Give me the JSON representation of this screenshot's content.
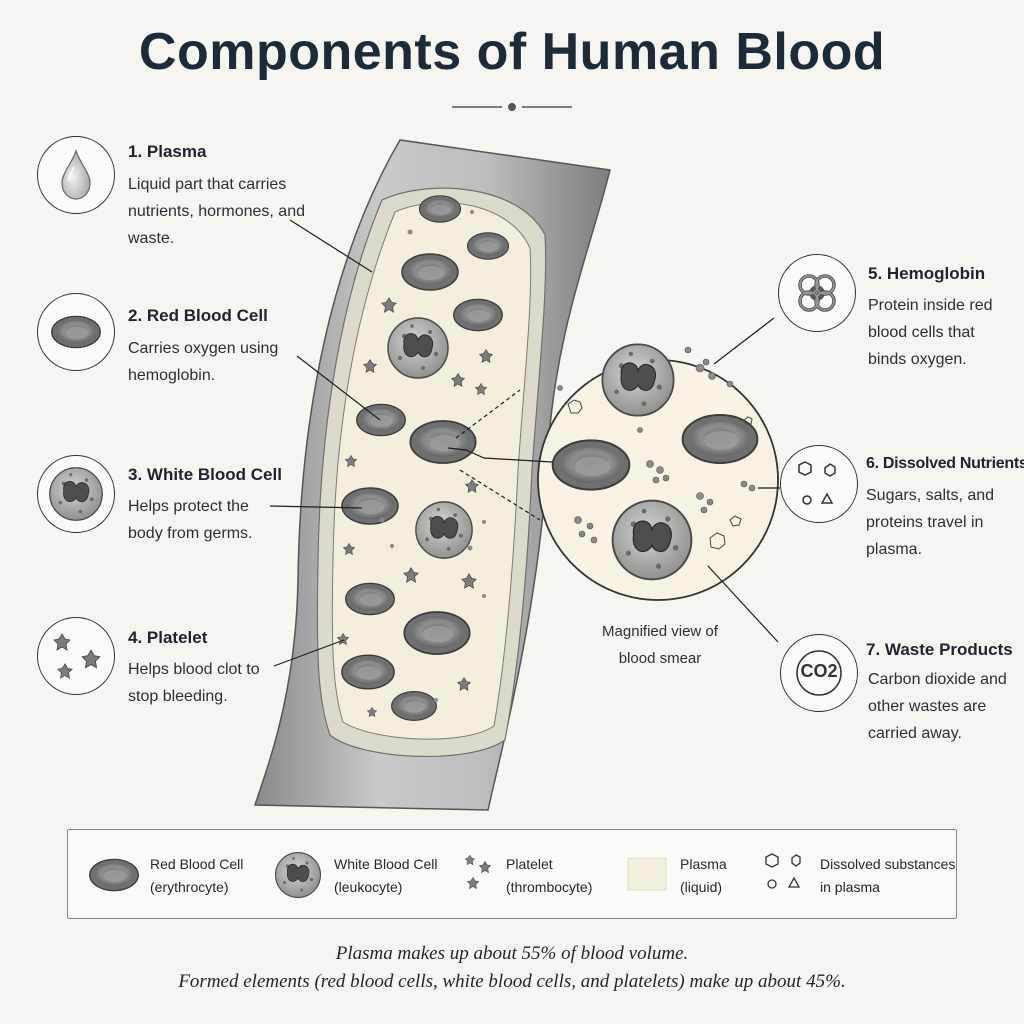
{
  "title": "Components of Human Blood",
  "components": [
    {
      "title": "1. Plasma",
      "desc": "Liquid part that carries nutrients, hormones, and waste.",
      "icon": "plasma-drop-icon"
    },
    {
      "title": "2. Red Blood Cell",
      "desc": "Carries oxygen using hemoglobin.",
      "icon": "red-blood-cell-icon"
    },
    {
      "title": "3. White Blood Cell",
      "desc": "Helps protect the body from germs.",
      "icon": "white-blood-cell-icon"
    },
    {
      "title": "4. Platelet",
      "desc": "Helps blood clot to stop bleeding.",
      "icon": "platelet-icon"
    },
    {
      "title": "5. Hemoglobin",
      "desc": "Protein inside red blood cells that binds oxygen.",
      "icon": "hemoglobin-icon"
    },
    {
      "title": "6. Dissolved Nutrients",
      "desc": "Sugars, salts, and proteins travel in plasma.",
      "icon": "dissolved-nutrients-icon"
    },
    {
      "title": "7. Waste Products",
      "desc": "Carbon dioxide and other wastes are carried away.",
      "icon": "co2-icon",
      "icon_text": "CO2"
    }
  ],
  "zoom_caption": "Magnified view of blood smear",
  "legend": [
    {
      "name": "Red Blood Cell",
      "sub": "(erythrocyte)"
    },
    {
      "name": "White Blood Cell",
      "sub": "(leukocyte)"
    },
    {
      "name": "Platelet",
      "sub": "(thrombocyte)"
    },
    {
      "name": "Plasma",
      "sub": "(liquid)"
    },
    {
      "name": "Dissolved substances",
      "sub": "in plasma"
    }
  ],
  "footnotes": [
    "Plasma makes up about 55% of blood volume.",
    "Formed elements (red blood cells, white blood cells, and platelets) make up about 45%."
  ],
  "colors": {
    "background": "#f7f5ef",
    "title": "#1b2b3a",
    "plasma": "#f4efdc",
    "cell": "#8d8d8d",
    "vessel": "#a4a4a4"
  }
}
